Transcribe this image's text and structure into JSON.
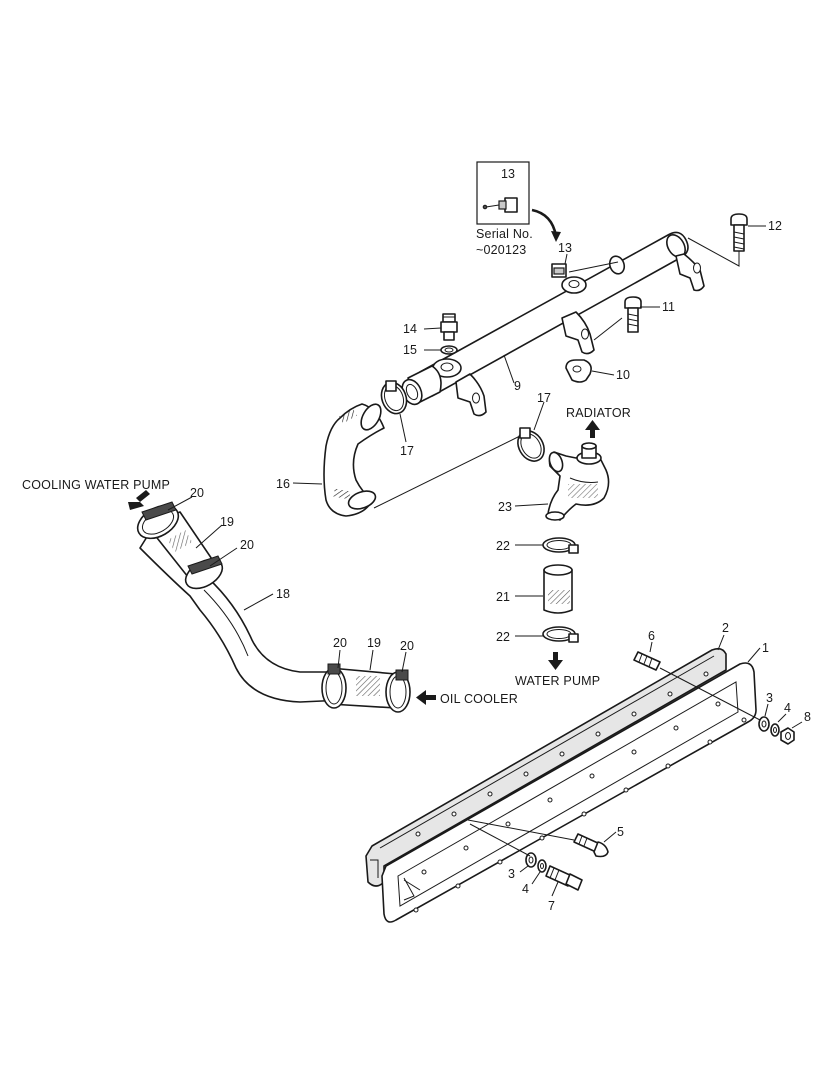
{
  "labels": {
    "p1": "1",
    "p2": "2",
    "p3a": "3",
    "p3b": "3",
    "p4a": "4",
    "p4b": "4",
    "p5": "5",
    "p6": "6",
    "p7": "7",
    "p8": "8",
    "p9": "9",
    "p10": "10",
    "p11": "11",
    "p12": "12",
    "p13a": "13",
    "p13b": "13",
    "p14": "14",
    "p15": "15",
    "p16": "16",
    "p17a": "17",
    "p17b": "17",
    "p18": "18",
    "p19a": "19",
    "p19b": "19",
    "p20a": "20",
    "p20b": "20",
    "p20c": "20",
    "p20d": "20",
    "p21": "21",
    "p22a": "22",
    "p22b": "22",
    "p23": "23"
  },
  "directions": {
    "radiator": "RADIATOR",
    "cooling_water_pump": "COOLING WATER PUMP",
    "oil_cooler": "OIL COOLER",
    "water_pump": "WATER PUMP"
  },
  "inset": {
    "serial_line1": "Serial No.",
    "serial_line2": "~020123"
  },
  "icons": [
    "arrow-up-icon",
    "arrow-down-icon",
    "arrow-left-icon",
    "arrow-upleft-icon"
  ]
}
